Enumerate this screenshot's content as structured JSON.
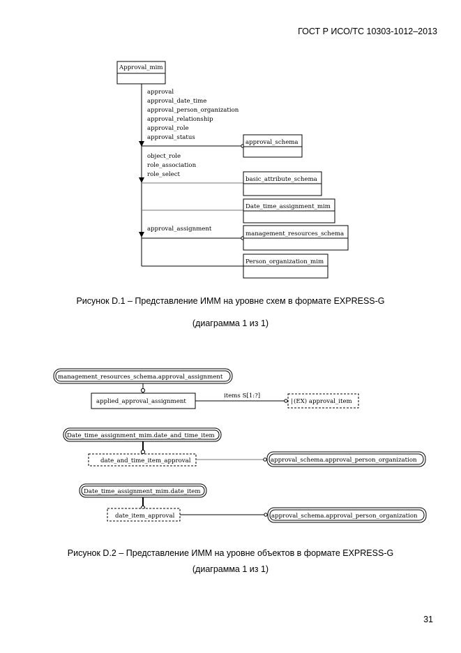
{
  "header": {
    "standard": "ГОСТ Р ИСО/ТС 10303-1012–2013"
  },
  "figure1": {
    "root": "Approval_mim",
    "group1_labels": [
      "approval",
      "approval_date_time",
      "approval_person_organization",
      "approval_relationship",
      "approval_role",
      "approval_status"
    ],
    "group2_labels": [
      "object_role",
      "role_association",
      "role_select"
    ],
    "group3_label": "approval_assignment",
    "schemas": [
      "approval_schema",
      "basic_attribute_schema",
      "Date_time_assignment_mim",
      "management_resources_schema",
      "Person_organization_mim"
    ],
    "caption": "Рисунок  D.1 – Представление ИММ на уровне схем в формате EXPRESS-G",
    "subcaption": "(диаграмма 1 из 1)"
  },
  "figure2": {
    "block1": {
      "ref": "management_resources_schema.approval_assignment",
      "entity": "applied_approval_assignment",
      "attr": "items S[1:?]",
      "select": "(EX) approval_item"
    },
    "block2": {
      "ref": "Date_time_assignment_mim.date_and_time_item",
      "select": "date_and_time_item_approval",
      "target": "approval_schema.approval_person_organization"
    },
    "block3": {
      "ref": "Date_time_assignment_mim.date_item",
      "select": "date_item_approval",
      "target": "approval_schema.approval_person_organization"
    },
    "caption": "Рисунок D.2 – Представление ИММ на уровне объектов в формате EXPRESS-G",
    "subcaption": "(диаграмма 1 из 1)"
  },
  "page_number": "31"
}
